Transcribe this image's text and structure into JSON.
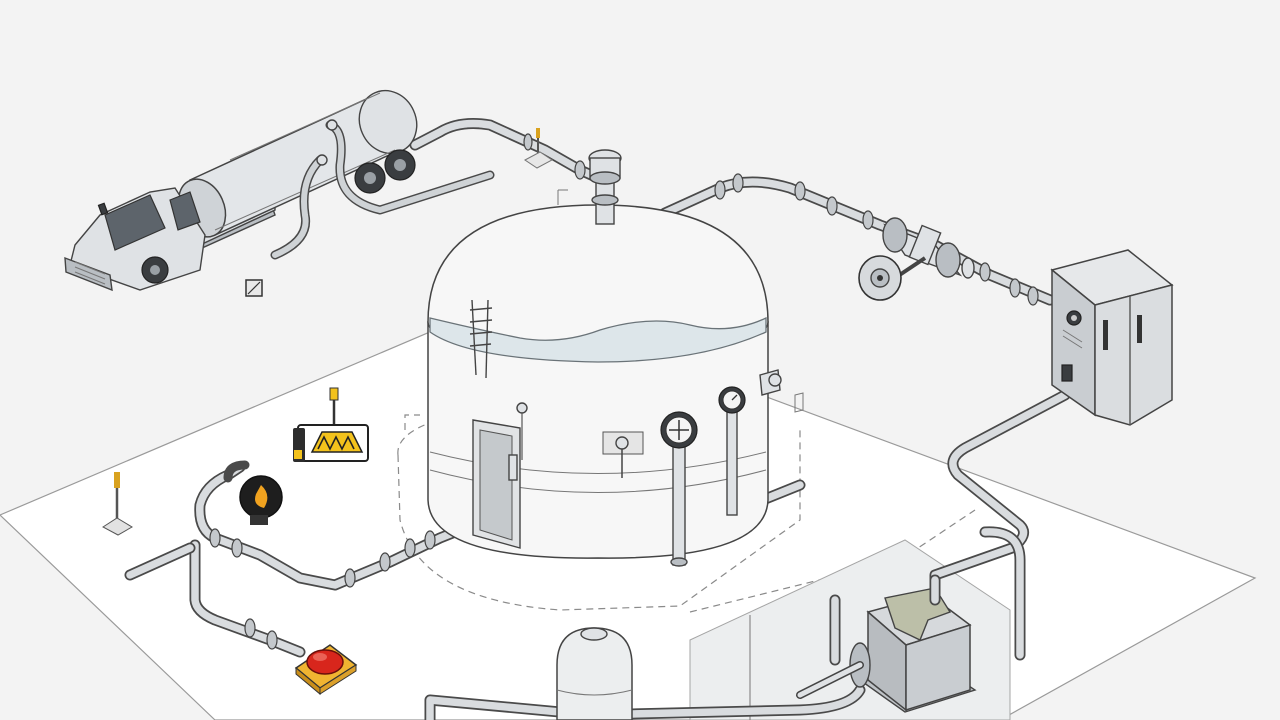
{
  "diagram": {
    "components": [
      {
        "id": "tanker-truck",
        "icon": "tanker-truck-icon"
      },
      {
        "id": "storage-tank",
        "icon": "storage-tank-icon"
      },
      {
        "id": "control-cabinet",
        "icon": "electrical-cabinet-icon"
      },
      {
        "id": "pump-unit",
        "icon": "pump-icon"
      },
      {
        "id": "pressure-vessel",
        "icon": "vessel-icon"
      },
      {
        "id": "hazard-sign",
        "icon": "warning-sign-icon"
      },
      {
        "id": "fire-extinguisher",
        "icon": "extinguisher-icon"
      },
      {
        "id": "emergency-button",
        "icon": "emergency-stop-icon"
      }
    ],
    "colors": {
      "background": "#f3f3f3",
      "ground": "#ffffff",
      "tank_body": "#f6f6f6",
      "liquid": "#dde6ea",
      "metal": "#dfe2e5",
      "warning_yellow": "#f3c21c",
      "emergency_red": "#d8261c",
      "button_base": "#f0b431",
      "outline": "#444444"
    }
  }
}
